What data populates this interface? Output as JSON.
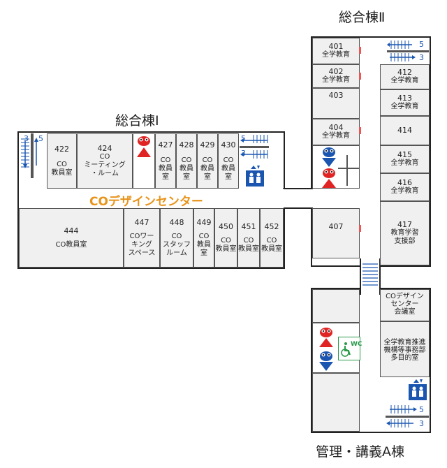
{
  "buildings": {
    "sogo1": "総合棟Ⅰ",
    "sogo2": "総合棟Ⅱ",
    "kanri": "管理・講義A棟"
  },
  "center_label": "COデザインセンター",
  "rooms_sogo1_top": [
    {
      "num": "422",
      "label": "CO\n教員室"
    },
    {
      "num": "424",
      "label": "CO\nミーティング\n・ルーム"
    },
    {
      "num": "427",
      "label": "CO\n教員室"
    },
    {
      "num": "428",
      "label": "CO\n教員室"
    },
    {
      "num": "429",
      "label": "CO\n教員室"
    },
    {
      "num": "430",
      "label": "CO\n教員室"
    }
  ],
  "rooms_sogo1_bottom": [
    {
      "num": "444",
      "label": "CO教員室"
    },
    {
      "num": "447",
      "label": "COワー\nキング\nスペース"
    },
    {
      "num": "448",
      "label": "CO\nスタッフ\nルーム"
    },
    {
      "num": "449",
      "label": "CO\n教員室"
    },
    {
      "num": "450",
      "label": "CO\n教員室"
    },
    {
      "num": "451",
      "label": "CO\n教員室"
    },
    {
      "num": "452",
      "label": "CO\n教員室"
    }
  ],
  "rooms_sogo2_left": [
    {
      "num": "401",
      "label": "全学教育"
    },
    {
      "num": "402",
      "label": "全学教育"
    },
    {
      "num": "403",
      "label": ""
    },
    {
      "num": "404",
      "label": "全学教育"
    },
    {
      "num": "407",
      "label": ""
    }
  ],
  "rooms_sogo2_right": [
    {
      "num": "412",
      "label": "全学教育"
    },
    {
      "num": "413",
      "label": "全学教育"
    },
    {
      "num": "414",
      "label": ""
    },
    {
      "num": "415",
      "label": "全学教育"
    },
    {
      "num": "416",
      "label": "全学教育"
    },
    {
      "num": "417",
      "label": "教育学習\n支援部"
    }
  ],
  "rooms_kanri_right": [
    {
      "num": "",
      "label": "COデザイン\nセンター\n会議室"
    },
    {
      "num": "",
      "label": "全学教育推進\n機構等事務部\n多目的室"
    }
  ],
  "stair_numbers": {
    "s1_a": "3",
    "s1_b": "5",
    "s2_a": "5",
    "s2_b": "3",
    "s3_a": "5",
    "s3_b": "3",
    "s4_a": "5",
    "s4_b": "3"
  },
  "wc_label": "WC",
  "colors": {
    "accent": "#e8941a",
    "room_fill": "#f0f0f0",
    "outline": "#222222",
    "male": "#1a56b0",
    "female": "#e02424"
  }
}
